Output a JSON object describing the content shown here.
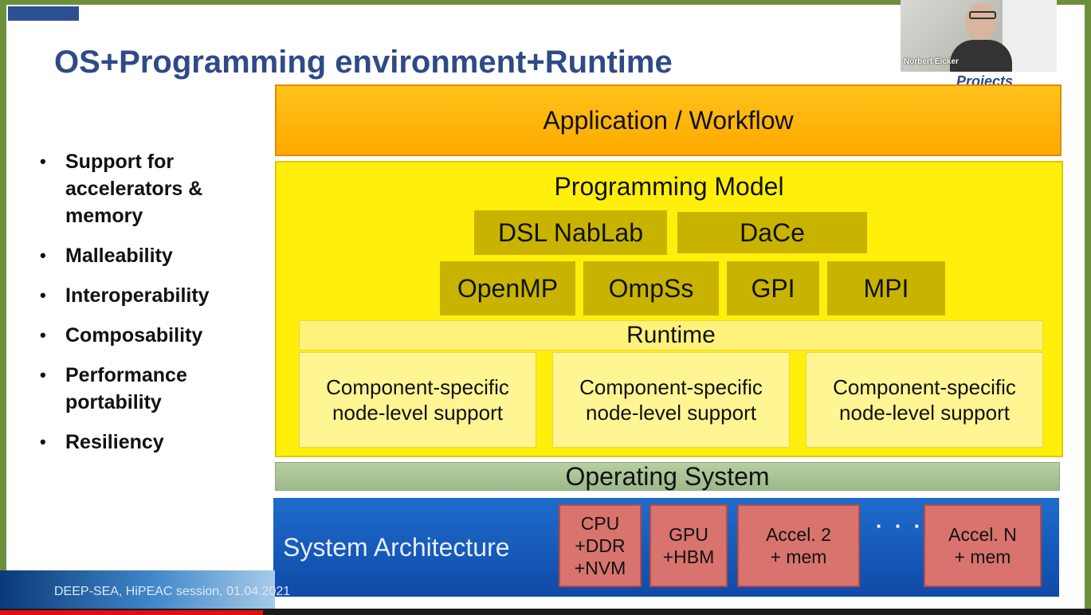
{
  "slide": {
    "title": "OS+Programming environment+Runtime",
    "projects_partial": "Projects",
    "footer": "DEEP-SEA, HiPEAC session, 01.04.2021"
  },
  "bullets": [
    "Support for accelerators & memory",
    "Malleability",
    "Interoperability",
    "Composability",
    "Performance portability",
    "Resiliency"
  ],
  "bullet_marker": "•",
  "stack": {
    "application": "Application / Workflow",
    "programming_model": "Programming Model",
    "dsl_row": [
      "DSL NabLab",
      "DaCe"
    ],
    "models_row": [
      "OpenMP",
      "OmpSs",
      "GPI",
      "MPI"
    ],
    "runtime": "Runtime",
    "support_boxes": [
      "Component-specific node-level support",
      "Component-specific node-level support",
      "Component-specific node-level support"
    ],
    "operating_system": "Operating System",
    "system_architecture": "System Architecture",
    "hardware": [
      "CPU\n+DDR\n+NVM",
      "GPU\n+HBM",
      "Accel. 2\n+ mem",
      "Accel. N\n+ mem"
    ],
    "ellipsis": "· · ·"
  },
  "webcam": {
    "participant_name": "Norbert Eicker"
  },
  "colors": {
    "title": "#2e4a87",
    "application": "#ffb300",
    "programming_model": "#ffef0a",
    "olive_box": "#c8b400",
    "operating_system": "#a9c494",
    "system_architecture": "#1a5fbf",
    "hardware_box": "#d8736d"
  }
}
